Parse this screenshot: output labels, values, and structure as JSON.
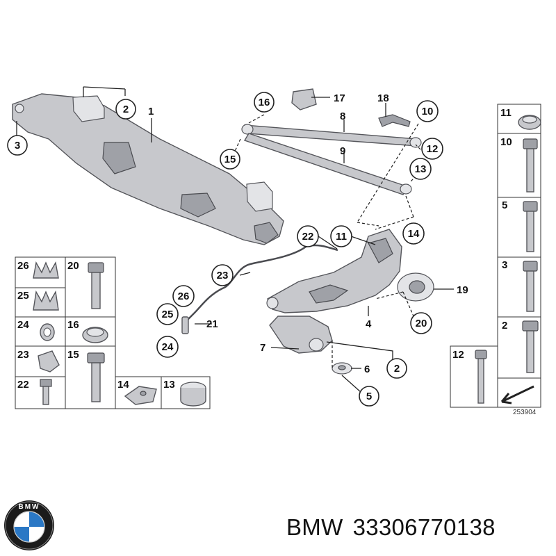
{
  "labels": {
    "l1": "1",
    "l2a": "2",
    "l2b": "2",
    "l3": "3",
    "l4": "4",
    "l5": "5",
    "l6": "6",
    "l7": "7",
    "l8": "8",
    "l9": "9",
    "l10": "10",
    "l11": "11",
    "l12": "12",
    "l13": "13",
    "l14": "14",
    "l15": "15",
    "l16": "16",
    "l17": "17",
    "l18": "18",
    "l19": "19",
    "l20": "20",
    "l21": "21",
    "l22": "22",
    "l23": "23",
    "l24": "24",
    "l25": "25",
    "l26": "26"
  },
  "left_grid": {
    "c26": "26",
    "c25": "25",
    "c24": "24",
    "c23": "23",
    "c22": "22",
    "c20": "20",
    "c16": "16",
    "c15": "15",
    "c14": "14",
    "c13": "13"
  },
  "right_column": {
    "c11": "11",
    "c10": "10",
    "c5": "5",
    "c3": "3",
    "c2": "2",
    "c12": "12"
  },
  "ref_number": "253904",
  "caption": {
    "brand": "BMW",
    "part_number": "33306770138"
  },
  "logo": {
    "text": "BMW",
    "colors": {
      "ring": "#1b1b1b",
      "blue": "#2b78c5",
      "white": "#ffffff"
    }
  }
}
